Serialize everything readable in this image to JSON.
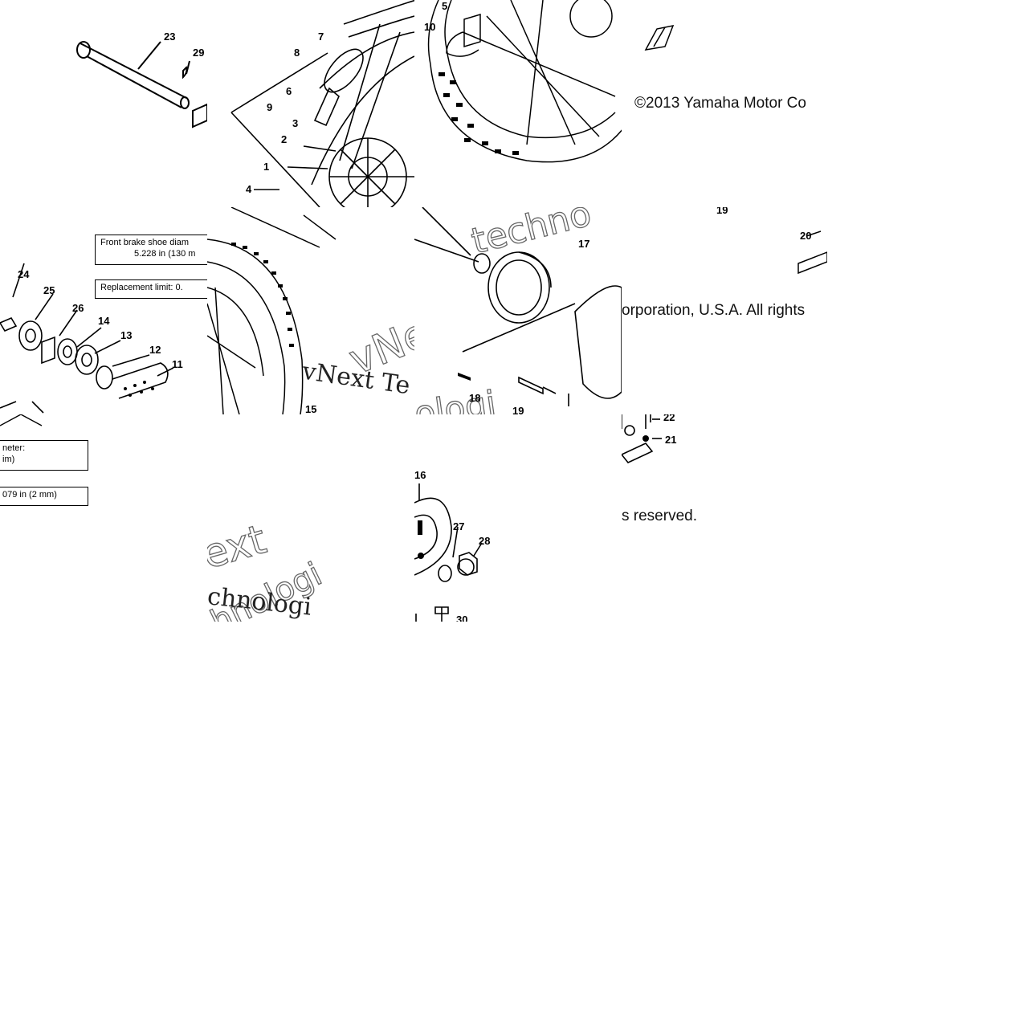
{
  "diagram": {
    "callouts": {
      "n23": "23",
      "n29": "29",
      "n7": "7",
      "n8": "8",
      "n6": "6",
      "n9": "9",
      "n3": "3",
      "n2": "2",
      "n1": "1",
      "n4": "4",
      "n5": "5",
      "n10": "10",
      "n24": "24",
      "n25": "25",
      "n26": "26",
      "n14": "14",
      "n13": "13",
      "n12": "12",
      "n11": "11",
      "n15": "15",
      "n17": "17",
      "n18": "18",
      "n19": "19",
      "n19b": "19",
      "n20": "20",
      "n22": "22",
      "n21": "21",
      "n16": "16",
      "n27": "27",
      "n28": "28",
      "n30": "30"
    },
    "spec_boxes": {
      "diameter_left_top": "Front brake shoe diam",
      "diameter_left_bottom": "5.228 in (130 m",
      "limit_left": "Replacement limit:  0.",
      "diameter_right_top": "neter:",
      "diameter_right_bottom": "im)",
      "limit_right": "079 in (2 mm)"
    },
    "copyright_fragments": {
      "line1": "©2013 Yamaha Motor Co",
      "line2": "orporation, U.S.A. All rights",
      "line3": "s reserved."
    },
    "watermarks": {
      "w1": "vNext Te",
      "w2": "vNe",
      "w3": "techno",
      "w4": "ext",
      "w5": "chnologi",
      "w6": "hnologi",
      "w7": "ologi"
    }
  }
}
